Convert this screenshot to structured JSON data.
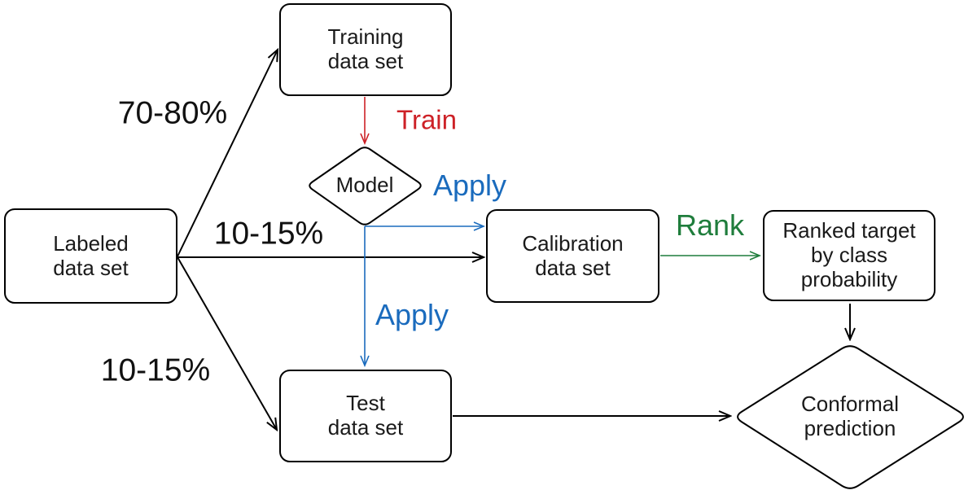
{
  "nodes": {
    "labeled": {
      "label": "Labeled\ndata set",
      "shape": "rounded-rect"
    },
    "training": {
      "label": "Training\ndata set",
      "shape": "rounded-rect"
    },
    "model": {
      "label": "Model",
      "shape": "diamond"
    },
    "calibration": {
      "label": "Calibration\ndata set",
      "shape": "rounded-rect"
    },
    "ranked_target": {
      "label": "Ranked target\nby class\nprobability",
      "shape": "rounded-rect"
    },
    "test": {
      "label": "Test\ndata set",
      "shape": "rounded-rect"
    },
    "conformal": {
      "label": "Conformal\nprediction",
      "shape": "diamond"
    }
  },
  "edge_labels": {
    "split_training": "70-80%",
    "split_calibration": "10-15%",
    "split_test": "10-15%",
    "train": "Train",
    "apply_to_calibration": "Apply",
    "apply_to_test": "Apply",
    "rank": "Rank"
  },
  "colors": {
    "node_fill": "#ffffff",
    "node_stroke": "#000000",
    "arrow_black": "#000000",
    "train_red": "#cd2127",
    "apply_blue": "#1a6bbd",
    "rank_green": "#1f7d3c",
    "text": "#1a1a1a"
  }
}
